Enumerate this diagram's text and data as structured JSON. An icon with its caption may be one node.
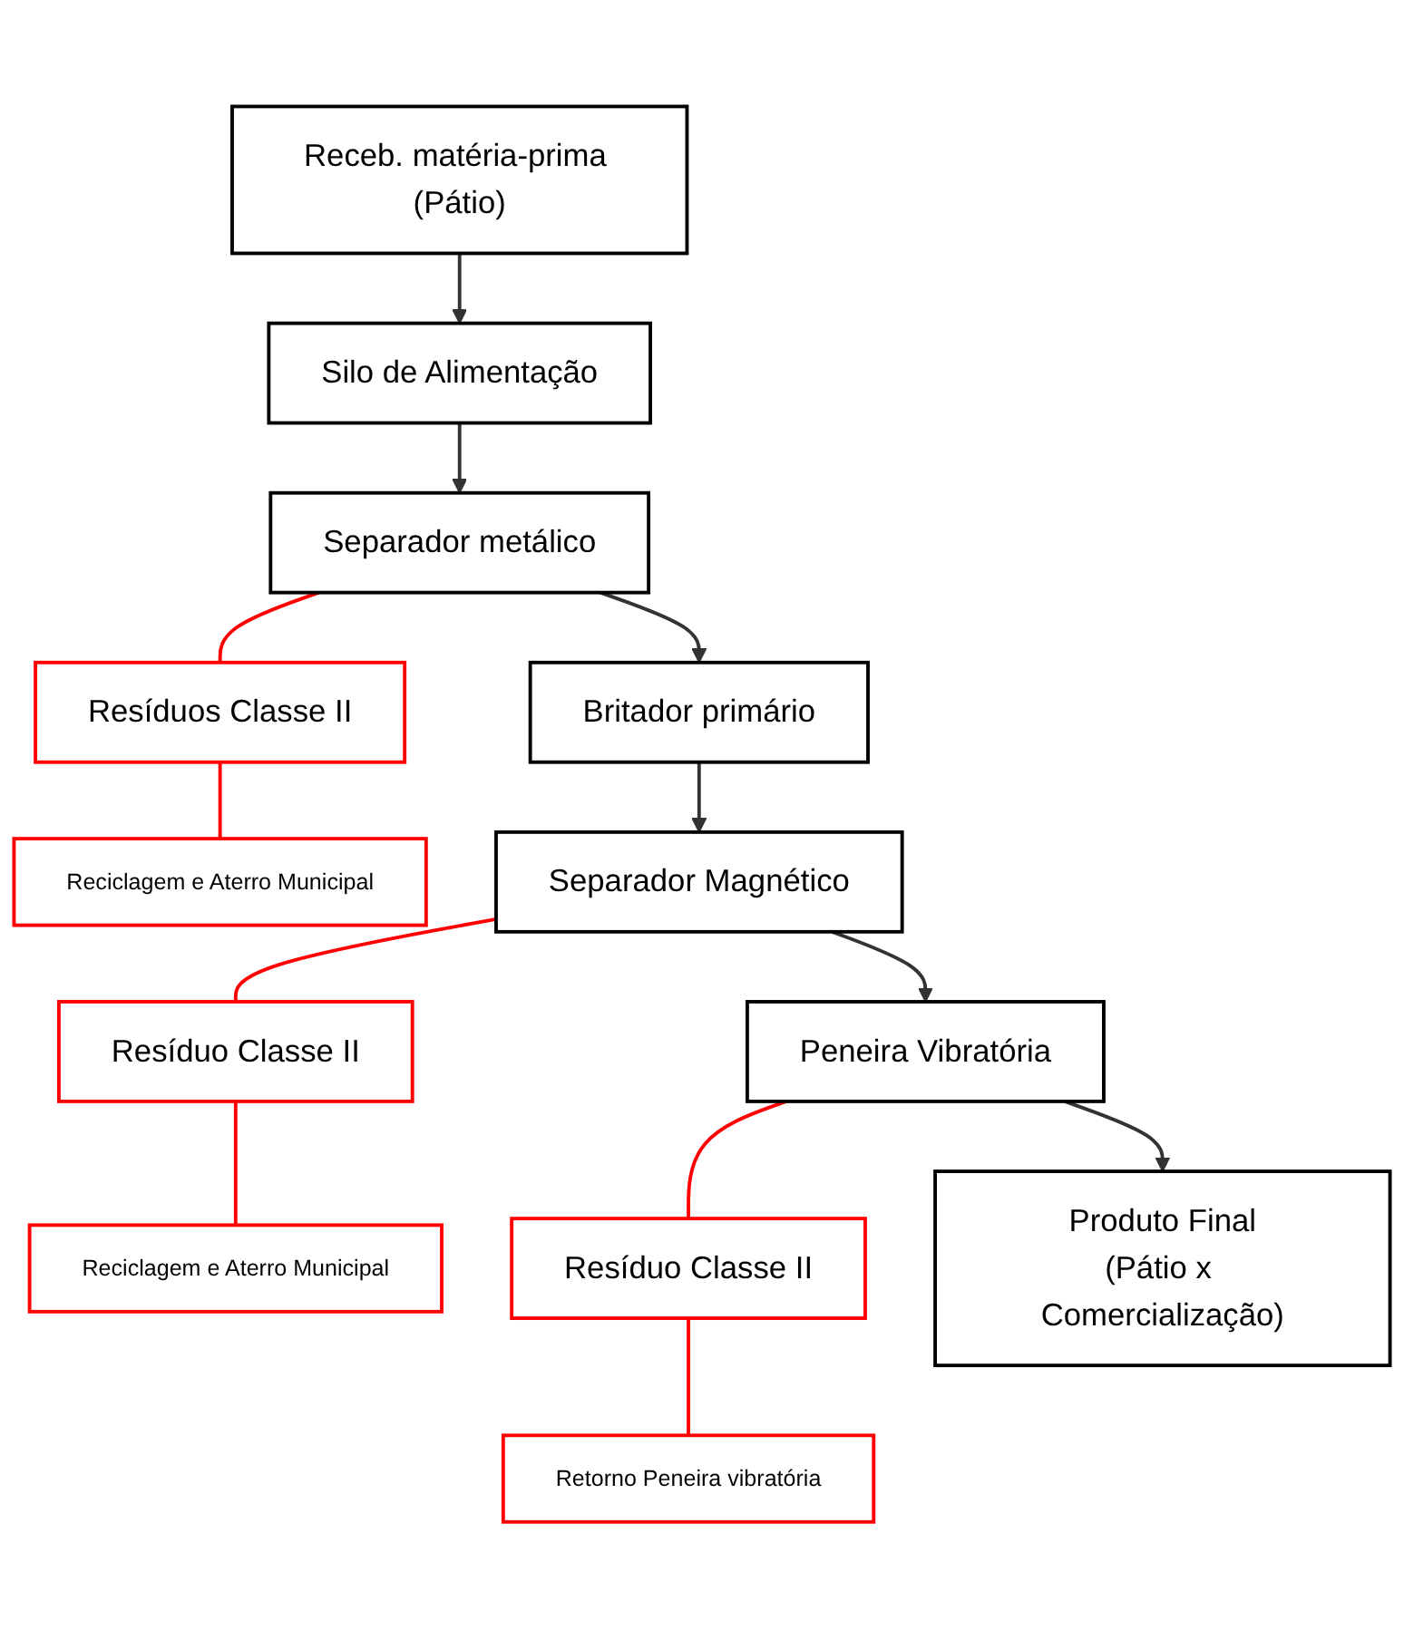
{
  "diagram": {
    "nodes": [
      {
        "text": [
          "Receb. matéria-prima (Pátio)"
        ]
      },
      {
        "text": [
          "Silo de Alimentação"
        ]
      },
      {
        "text": [
          "Separador metálico"
        ]
      },
      {
        "text": [
          "Resíduos Classe II"
        ]
      },
      {
        "text": [
          "Reciclagem e Aterro Municipal"
        ]
      },
      {
        "text": [
          "Britador primário"
        ]
      },
      {
        "text": [
          "Separador Magnético"
        ]
      },
      {
        "text": [
          "Resíduo Classe II"
        ]
      },
      {
        "text": [
          "Reciclagem e Aterro Municipal"
        ]
      },
      {
        "text": [
          "Peneira Vibratória"
        ]
      },
      {
        "text": [
          "Resíduo Classe II"
        ]
      },
      {
        "text": [
          "Retorno Peneira vibratória"
        ]
      },
      {
        "text": [
          "Produto Final",
          "(Pátio x Comercialização)"
        ]
      }
    ],
    "edges": [
      {
        "from": 0,
        "to": 1,
        "arrow": "to"
      },
      {
        "from": 1,
        "to": 2,
        "arrow": "to"
      },
      {
        "from": 2,
        "to": 3,
        "arrow": "none",
        "color": "#ff0000"
      },
      {
        "from": 3,
        "to": 4,
        "arrow": "none",
        "color": "#ff0000"
      },
      {
        "from": 2,
        "to": 5,
        "arrow": "to"
      },
      {
        "from": 5,
        "to": 6,
        "arrow": "to"
      },
      {
        "from": 6,
        "to": 7,
        "arrow": "none",
        "color": "#ff0000"
      },
      {
        "from": 7,
        "to": 8,
        "arrow": "none",
        "color": "#ff0000"
      },
      {
        "from": 6,
        "to": 9,
        "arrow": "to"
      },
      {
        "from": 9,
        "to": 10,
        "arrow": "none",
        "color": "#ff0000"
      },
      {
        "from": 10,
        "to": 11,
        "arrow": "none",
        "color": "#ff0000"
      },
      {
        "from": 9,
        "to": 12,
        "arrow": "to"
      }
    ]
  }
}
